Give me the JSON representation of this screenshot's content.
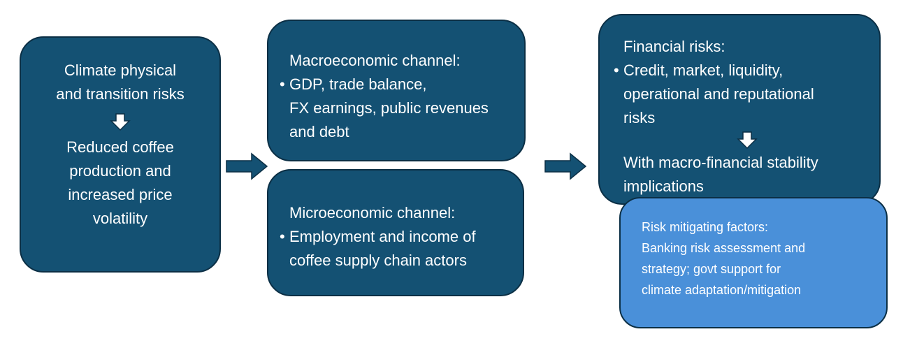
{
  "boxes": {
    "climate": {
      "heading_lines": [
        "Climate physical",
        "and transition risks"
      ],
      "result_lines": [
        "Reduced coffee",
        "production and",
        "increased price",
        "volatility"
      ]
    },
    "macro": {
      "title": "Macroeconomic channel:",
      "bullet_lines": [
        "GDP, trade balance,",
        "FX earnings, public revenues",
        "and debt"
      ]
    },
    "micro": {
      "title": "Microeconomic channel:",
      "bullet_lines": [
        "Employment and income of",
        "coffee supply chain actors"
      ]
    },
    "financial": {
      "title": "Financial risks:",
      "bullet_lines": [
        "Credit, market, liquidity,",
        "operational and reputational",
        "risks"
      ],
      "result_lines": [
        "With macro-financial stability",
        "implications"
      ]
    },
    "mitigating": {
      "title": "Risk mitigating factors:",
      "lines": [
        "Banking risk assessment and",
        "strategy; govt support for",
        "climate adaptation/mitigation"
      ]
    }
  },
  "bullet_glyph": "•",
  "colors": {
    "box_fill": "#145173",
    "box_border": "#0b2f45",
    "mitigating_fill": "#4a90d9",
    "arrow_fill": "#145173",
    "down_arrow_fill": "#ffffff",
    "text": "#ffffff"
  },
  "icons": {
    "flow_arrow": "right-arrow-icon",
    "step_arrow": "down-arrow-icon"
  }
}
